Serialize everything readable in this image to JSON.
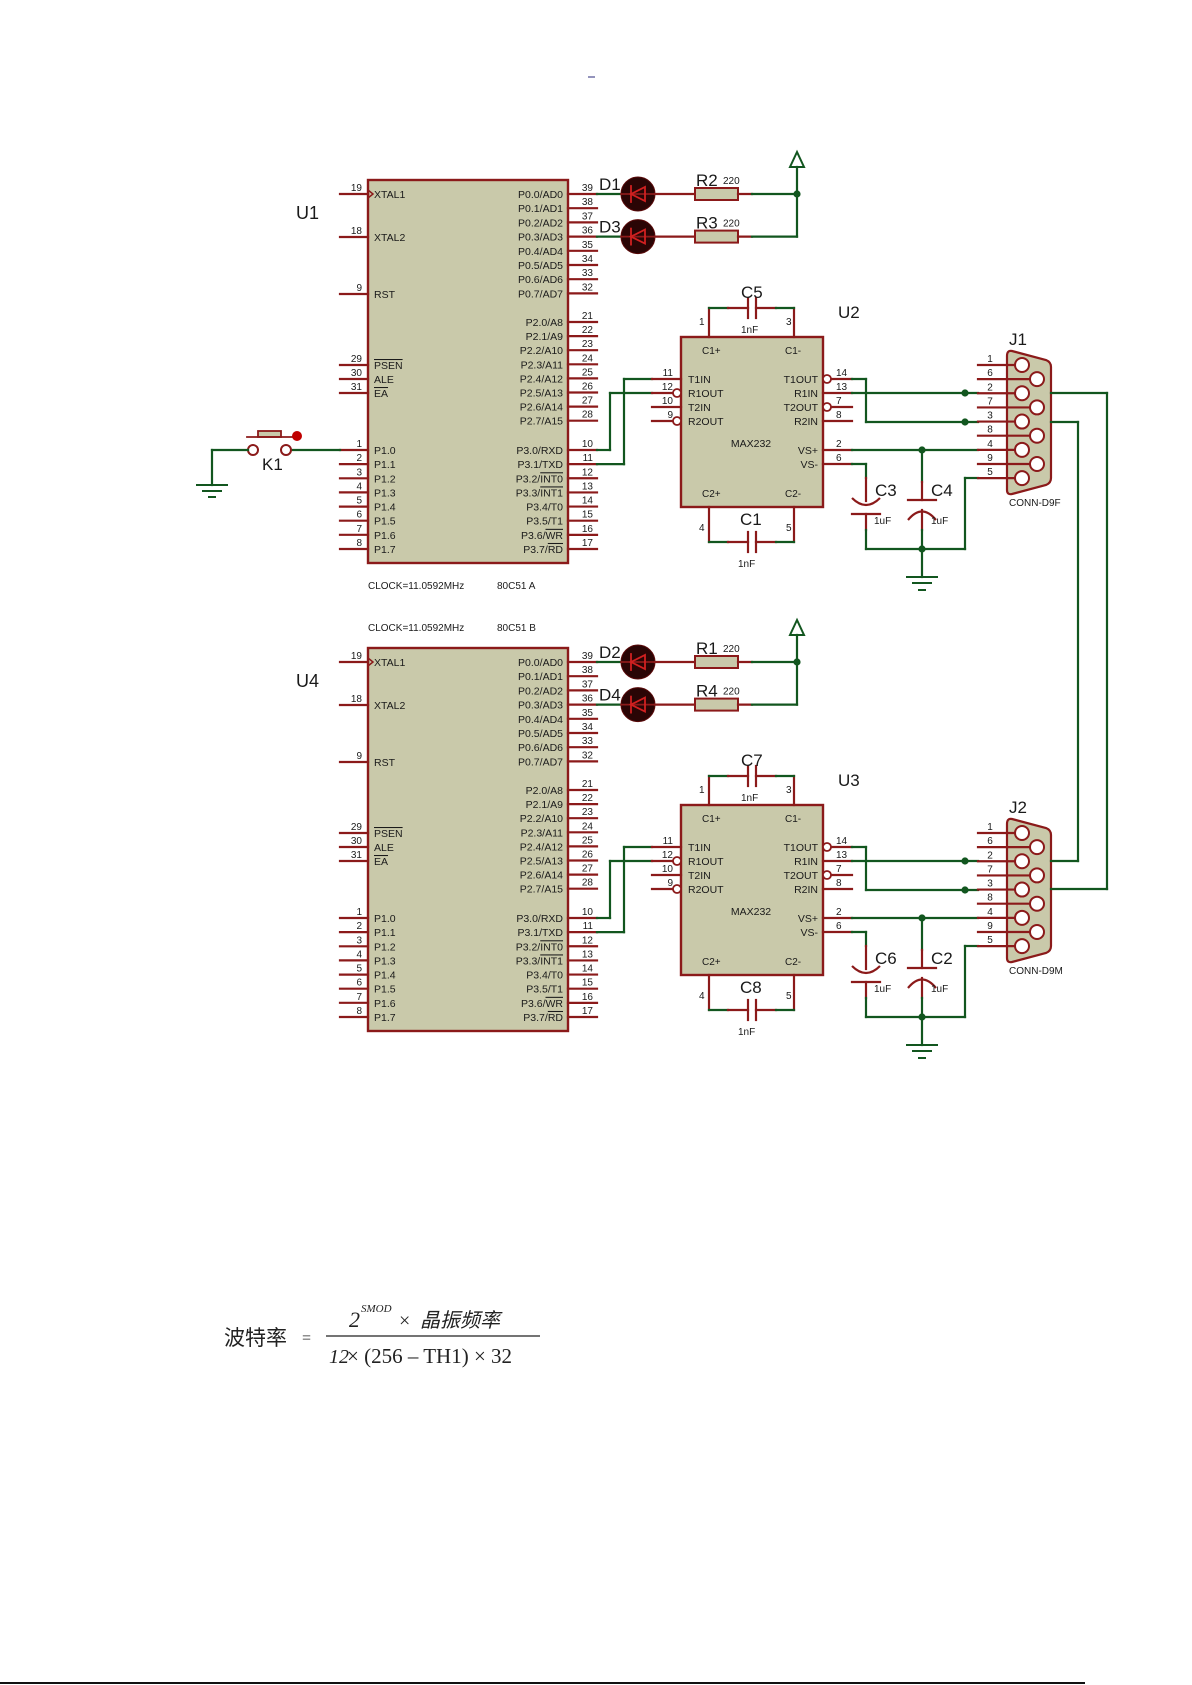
{
  "colors": {
    "wire_red": "#8b1a1a",
    "wire_green": "#12561f",
    "chip_fill": "#c9c9aa",
    "led_fill": "#2a0505",
    "button_dot": "#c00000"
  },
  "schematic": {
    "mcus": [
      {
        "ref": "U1",
        "clock": "CLOCK=11.0592MHz",
        "part": "80C51 A",
        "left_pins": [
          {
            "num": "19",
            "name": "XTAL1"
          },
          {
            "num": "18",
            "name": "XTAL2"
          },
          {
            "num": "9",
            "name": "RST"
          },
          {
            "num": "29",
            "name": "",
            "over": "PSEN"
          },
          {
            "num": "30",
            "name": "ALE"
          },
          {
            "num": "31",
            "name": "",
            "over": "EA"
          },
          {
            "num": "1",
            "name": "P1.0"
          },
          {
            "num": "2",
            "name": "P1.1"
          },
          {
            "num": "3",
            "name": "P1.2"
          },
          {
            "num": "4",
            "name": "P1.3"
          },
          {
            "num": "5",
            "name": "P1.4"
          },
          {
            "num": "6",
            "name": "P1.5"
          },
          {
            "num": "7",
            "name": "P1.6"
          },
          {
            "num": "8",
            "name": "P1.7"
          }
        ],
        "right_pins": [
          {
            "num": "39",
            "name": "P0.0/AD0"
          },
          {
            "num": "38",
            "name": "P0.1/AD1"
          },
          {
            "num": "37",
            "name": "P0.2/AD2"
          },
          {
            "num": "36",
            "name": "P0.3/AD3"
          },
          {
            "num": "35",
            "name": "P0.4/AD4"
          },
          {
            "num": "34",
            "name": "P0.5/AD5"
          },
          {
            "num": "33",
            "name": "P0.6/AD6"
          },
          {
            "num": "32",
            "name": "P0.7/AD7"
          },
          {
            "num": "21",
            "name": "P2.0/A8"
          },
          {
            "num": "22",
            "name": "P2.1/A9"
          },
          {
            "num": "23",
            "name": "P2.2/A10"
          },
          {
            "num": "24",
            "name": "P2.3/A11"
          },
          {
            "num": "25",
            "name": "P2.4/A12"
          },
          {
            "num": "26",
            "name": "P2.5/A13"
          },
          {
            "num": "27",
            "name": "P2.6/A14"
          },
          {
            "num": "28",
            "name": "P2.7/A15"
          },
          {
            "num": "10",
            "name": "P3.0/RXD"
          },
          {
            "num": "11",
            "name": "P3.1/TXD"
          },
          {
            "num": "12",
            "name": "P3.2/",
            "over": "INT0"
          },
          {
            "num": "13",
            "name": "P3.3/",
            "over": "INT1"
          },
          {
            "num": "14",
            "name": "P3.4/T0"
          },
          {
            "num": "15",
            "name": "P3.5/T1"
          },
          {
            "num": "16",
            "name": "P3.6/",
            "over": "WR"
          },
          {
            "num": "17",
            "name": "P3.7/",
            "over": "RD"
          }
        ],
        "leds": [
          {
            "ref": "D1"
          },
          {
            "ref": "D3"
          }
        ],
        "resistors": [
          {
            "ref": "R2",
            "value": "220"
          },
          {
            "ref": "R3",
            "value": "220"
          }
        ]
      },
      {
        "ref": "U4",
        "clock": "CLOCK=11.0592MHz",
        "part": "80C51 B",
        "left_pins": [
          {
            "num": "19",
            "name": "XTAL1"
          },
          {
            "num": "18",
            "name": "XTAL2"
          },
          {
            "num": "9",
            "name": "RST"
          },
          {
            "num": "29",
            "name": "",
            "over": "PSEN"
          },
          {
            "num": "30",
            "name": "ALE"
          },
          {
            "num": "31",
            "name": "",
            "over": "EA"
          },
          {
            "num": "1",
            "name": "P1.0"
          },
          {
            "num": "2",
            "name": "P1.1"
          },
          {
            "num": "3",
            "name": "P1.2"
          },
          {
            "num": "4",
            "name": "P1.3"
          },
          {
            "num": "5",
            "name": "P1.4"
          },
          {
            "num": "6",
            "name": "P1.5"
          },
          {
            "num": "7",
            "name": "P1.6"
          },
          {
            "num": "8",
            "name": "P1.7"
          }
        ],
        "right_pins": [
          {
            "num": "39",
            "name": "P0.0/AD0"
          },
          {
            "num": "38",
            "name": "P0.1/AD1"
          },
          {
            "num": "37",
            "name": "P0.2/AD2"
          },
          {
            "num": "36",
            "name": "P0.3/AD3"
          },
          {
            "num": "35",
            "name": "P0.4/AD4"
          },
          {
            "num": "34",
            "name": "P0.5/AD5"
          },
          {
            "num": "33",
            "name": "P0.6/AD6"
          },
          {
            "num": "32",
            "name": "P0.7/AD7"
          },
          {
            "num": "21",
            "name": "P2.0/A8"
          },
          {
            "num": "22",
            "name": "P2.1/A9"
          },
          {
            "num": "23",
            "name": "P2.2/A10"
          },
          {
            "num": "24",
            "name": "P2.3/A11"
          },
          {
            "num": "25",
            "name": "P2.4/A12"
          },
          {
            "num": "26",
            "name": "P2.5/A13"
          },
          {
            "num": "27",
            "name": "P2.6/A14"
          },
          {
            "num": "28",
            "name": "P2.7/A15"
          },
          {
            "num": "10",
            "name": "P3.0/RXD"
          },
          {
            "num": "11",
            "name": "P3.1/TXD"
          },
          {
            "num": "12",
            "name": "P3.2/",
            "over": "INT0"
          },
          {
            "num": "13",
            "name": "P3.3/",
            "over": "INT1"
          },
          {
            "num": "14",
            "name": "P3.4/T0"
          },
          {
            "num": "15",
            "name": "P3.5/T1"
          },
          {
            "num": "16",
            "name": "P3.6/",
            "over": "WR"
          },
          {
            "num": "17",
            "name": "P3.7/",
            "over": "RD"
          }
        ],
        "leds": [
          {
            "ref": "D2"
          },
          {
            "ref": "D4"
          }
        ],
        "resistors": [
          {
            "ref": "R1",
            "value": "220"
          },
          {
            "ref": "R4",
            "value": "220"
          }
        ]
      }
    ],
    "max232s": [
      {
        "ref": "U2",
        "part": "MAX232",
        "corner_labels": [
          "C1+",
          "C1-",
          "C2+",
          "C2-"
        ],
        "top_pins": [
          "1",
          "3"
        ],
        "bottom_pins": [
          "4",
          "5"
        ],
        "cap_top": {
          "ref": "C5",
          "value": "1nF"
        },
        "cap_bottom": {
          "ref": "C1",
          "value": "1nF"
        },
        "cap_vsneg": {
          "ref": "C3",
          "value": "1uF"
        },
        "cap_vspos": {
          "ref": "C4",
          "value": "1uF"
        },
        "left_pins": [
          {
            "num": "11",
            "name": "T1IN",
            "inverted": false
          },
          {
            "num": "12",
            "name": "R1OUT",
            "inverted": true
          },
          {
            "num": "10",
            "name": "T2IN",
            "inverted": false
          },
          {
            "num": "9",
            "name": "R2OUT",
            "inverted": true
          }
        ],
        "right_pins": [
          {
            "num": "14",
            "name": "T1OUT",
            "inverted": true
          },
          {
            "num": "13",
            "name": "R1IN",
            "inverted": false
          },
          {
            "num": "7",
            "name": "T2OUT",
            "inverted": true
          },
          {
            "num": "8",
            "name": "R2IN",
            "inverted": false
          },
          {
            "num": "2",
            "name": "VS+",
            "inverted": false
          },
          {
            "num": "6",
            "name": "VS-",
            "inverted": false
          }
        ]
      },
      {
        "ref": "U3",
        "part": "MAX232",
        "corner_labels": [
          "C1+",
          "C1-",
          "C2+",
          "C2-"
        ],
        "top_pins": [
          "1",
          "3"
        ],
        "bottom_pins": [
          "4",
          "5"
        ],
        "cap_top": {
          "ref": "C7",
          "value": "1nF"
        },
        "cap_bottom": {
          "ref": "C8",
          "value": "1nF"
        },
        "cap_vsneg": {
          "ref": "C6",
          "value": "1uF"
        },
        "cap_vspos": {
          "ref": "C2",
          "value": "1uF"
        },
        "left_pins": [
          {
            "num": "11",
            "name": "T1IN",
            "inverted": false
          },
          {
            "num": "12",
            "name": "R1OUT",
            "inverted": true
          },
          {
            "num": "10",
            "name": "T2IN",
            "inverted": false
          },
          {
            "num": "9",
            "name": "R2OUT",
            "inverted": true
          }
        ],
        "right_pins": [
          {
            "num": "14",
            "name": "T1OUT",
            "inverted": true
          },
          {
            "num": "13",
            "name": "R1IN",
            "inverted": false
          },
          {
            "num": "7",
            "name": "T2OUT",
            "inverted": true
          },
          {
            "num": "8",
            "name": "R2IN",
            "inverted": false
          },
          {
            "num": "2",
            "name": "VS+",
            "inverted": false
          },
          {
            "num": "6",
            "name": "VS-",
            "inverted": false
          }
        ]
      }
    ],
    "connectors": [
      {
        "ref": "J1",
        "part": "CONN-D9F",
        "pins": [
          "1",
          "6",
          "2",
          "7",
          "3",
          "8",
          "4",
          "9",
          "5"
        ]
      },
      {
        "ref": "J2",
        "part": "CONN-D9M",
        "pins": [
          "1",
          "6",
          "2",
          "7",
          "3",
          "8",
          "4",
          "9",
          "5"
        ]
      }
    ],
    "switch": {
      "ref": "K1"
    }
  },
  "formula": {
    "lhs": "波特率",
    "equals": "=",
    "numerator_base": "2",
    "numerator_exp": "SMOD",
    "numerator_times": "×",
    "numerator_text": "晶振频率",
    "denominator_lead": "12",
    "denominator_rest": "× (256 – TH1) × 32"
  }
}
